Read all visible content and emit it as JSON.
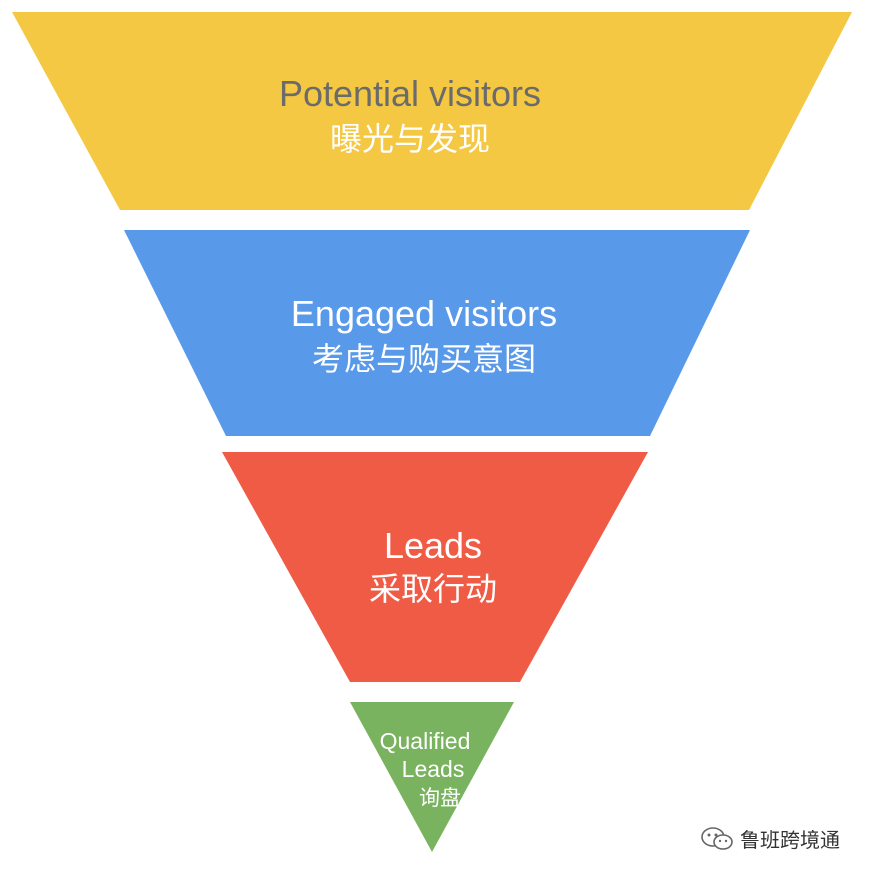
{
  "diagram": {
    "stages": [
      {
        "title": "Potential visitors",
        "subtitle": "曝光与发现",
        "color": "#f4c842",
        "title_color": "#6b6b6b",
        "subtitle_color": "#ffffff"
      },
      {
        "title": "Engaged visitors",
        "subtitle": "考虑与购买意图",
        "color": "#5899ea",
        "title_color": "#ffffff",
        "subtitle_color": "#ffffff"
      },
      {
        "title": "Leads",
        "subtitle": "采取行动",
        "color": "#f05b45",
        "title_color": "#ffffff",
        "subtitle_color": "#ffffff"
      },
      {
        "title_line1": "Qualified",
        "title_line2": "Leads",
        "subtitle": "询盘",
        "color": "#79b35f",
        "title_color": "#ffffff",
        "subtitle_color": "#ffffff"
      }
    ]
  },
  "watermark": {
    "text": "鲁班跨境通",
    "icon": "wechat-icon"
  }
}
